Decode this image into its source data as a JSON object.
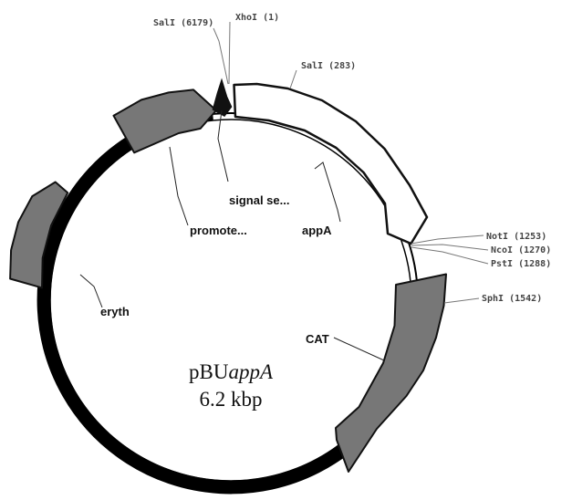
{
  "plasmid": {
    "name_prefix": "pBU",
    "name_italic": "appA",
    "size": "6.2 kbp"
  },
  "restriction_sites": [
    {
      "id": "sali-6179",
      "label": "SalI (6179)"
    },
    {
      "id": "xhoi-1",
      "label": "XhoI (1)"
    },
    {
      "id": "sali-283",
      "label": "SalI (283)"
    },
    {
      "id": "noti-1253",
      "label": "NotI (1253)"
    },
    {
      "id": "ncoi-1270",
      "label": "NcoI (1270)"
    },
    {
      "id": "psti-1288",
      "label": "PstI (1288)"
    },
    {
      "id": "sphi-1542",
      "label": "SphI (1542)"
    }
  ],
  "features": [
    {
      "id": "appa",
      "label": "appA",
      "fill": "#ffffff"
    },
    {
      "id": "cat",
      "label": "CAT",
      "fill": "#777777"
    },
    {
      "id": "eryth",
      "label": "eryth",
      "fill": "#777777"
    },
    {
      "id": "promoter",
      "label": "promote...",
      "fill": "#777777"
    },
    {
      "id": "signal",
      "label": "signal se...",
      "fill": "#111111"
    }
  ],
  "colors": {
    "backbone": "#000000",
    "feature_gray": "#777777",
    "outline": "#111111"
  }
}
